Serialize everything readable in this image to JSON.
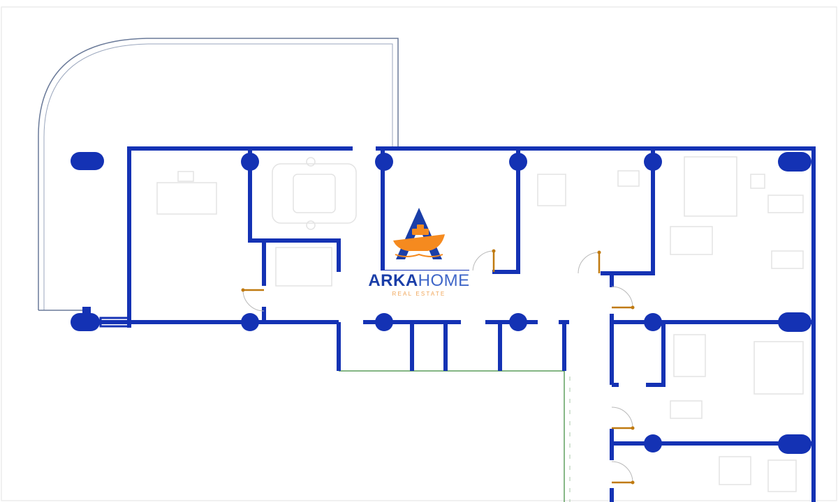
{
  "logo": {
    "word_part1": "ARKA",
    "word_part2": "HOME",
    "subtitle": "REAL ESTATE",
    "colors": {
      "primary": "#1a3ea8",
      "accent": "#f58a1f",
      "subtitle": "#f0a65a"
    }
  },
  "colors": {
    "wall": "#1432b4",
    "door": "#c07a10",
    "furniture": "#e3e3e3",
    "balcony": "#6a7a99",
    "corridor_edge": "#3a8a3a"
  }
}
